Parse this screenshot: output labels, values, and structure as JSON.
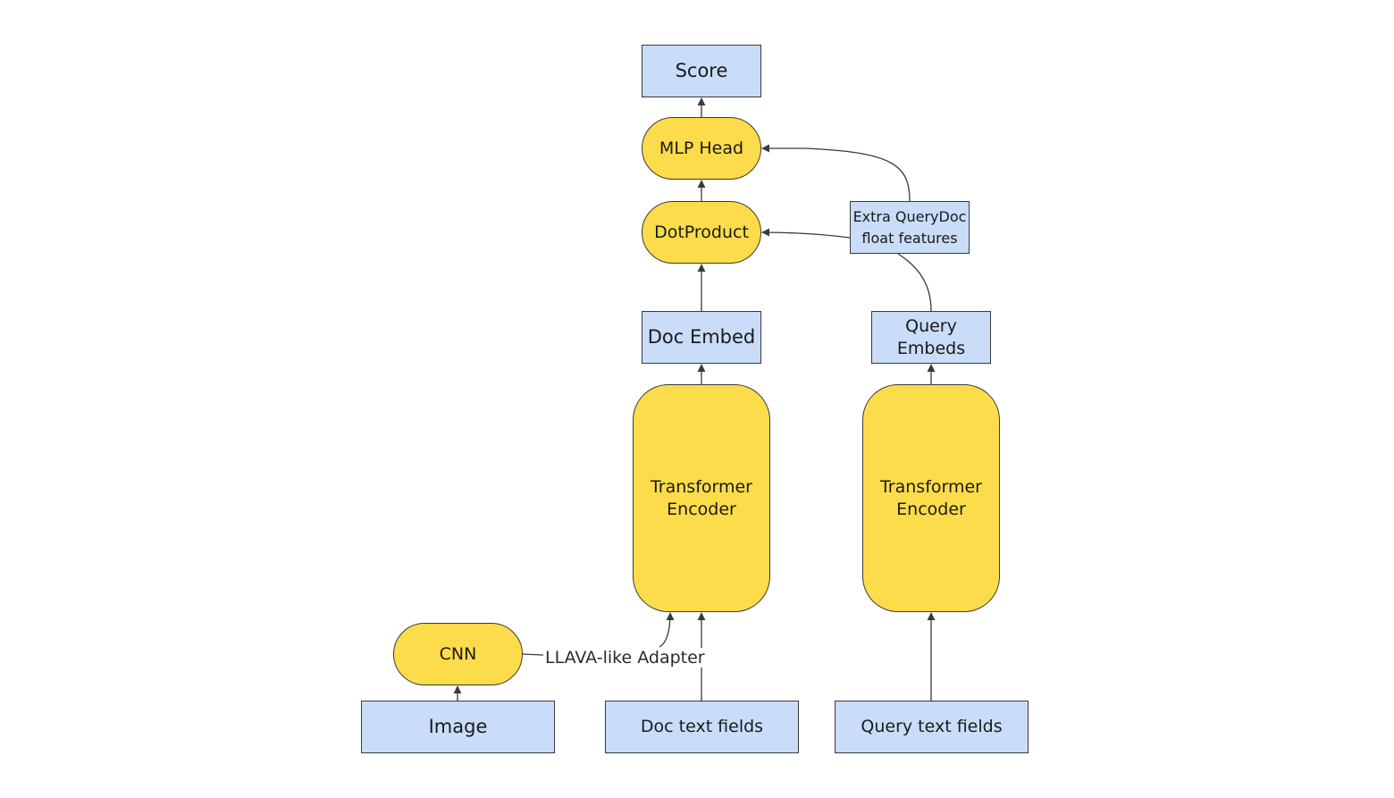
{
  "nodes": {
    "score": "Score",
    "mlp_head": "MLP Head",
    "dot_product": "DotProduct",
    "extra_features": "Extra QueryDoc\nfloat features",
    "doc_embed": "Doc Embed",
    "query_embeds": "Query\nEmbeds",
    "doc_encoder": "Transformer\nEncoder",
    "query_encoder": "Transformer\nEncoder",
    "cnn": "CNN",
    "image": "Image",
    "doc_text": "Doc text fields",
    "query_text": "Query text fields"
  },
  "edge_labels": {
    "adapter": "LLAVA-like Adapter"
  },
  "colors": {
    "box_fill": "#c9dcf8",
    "pill_fill": "#fcdc4a",
    "stroke": "#3a3a3a"
  }
}
